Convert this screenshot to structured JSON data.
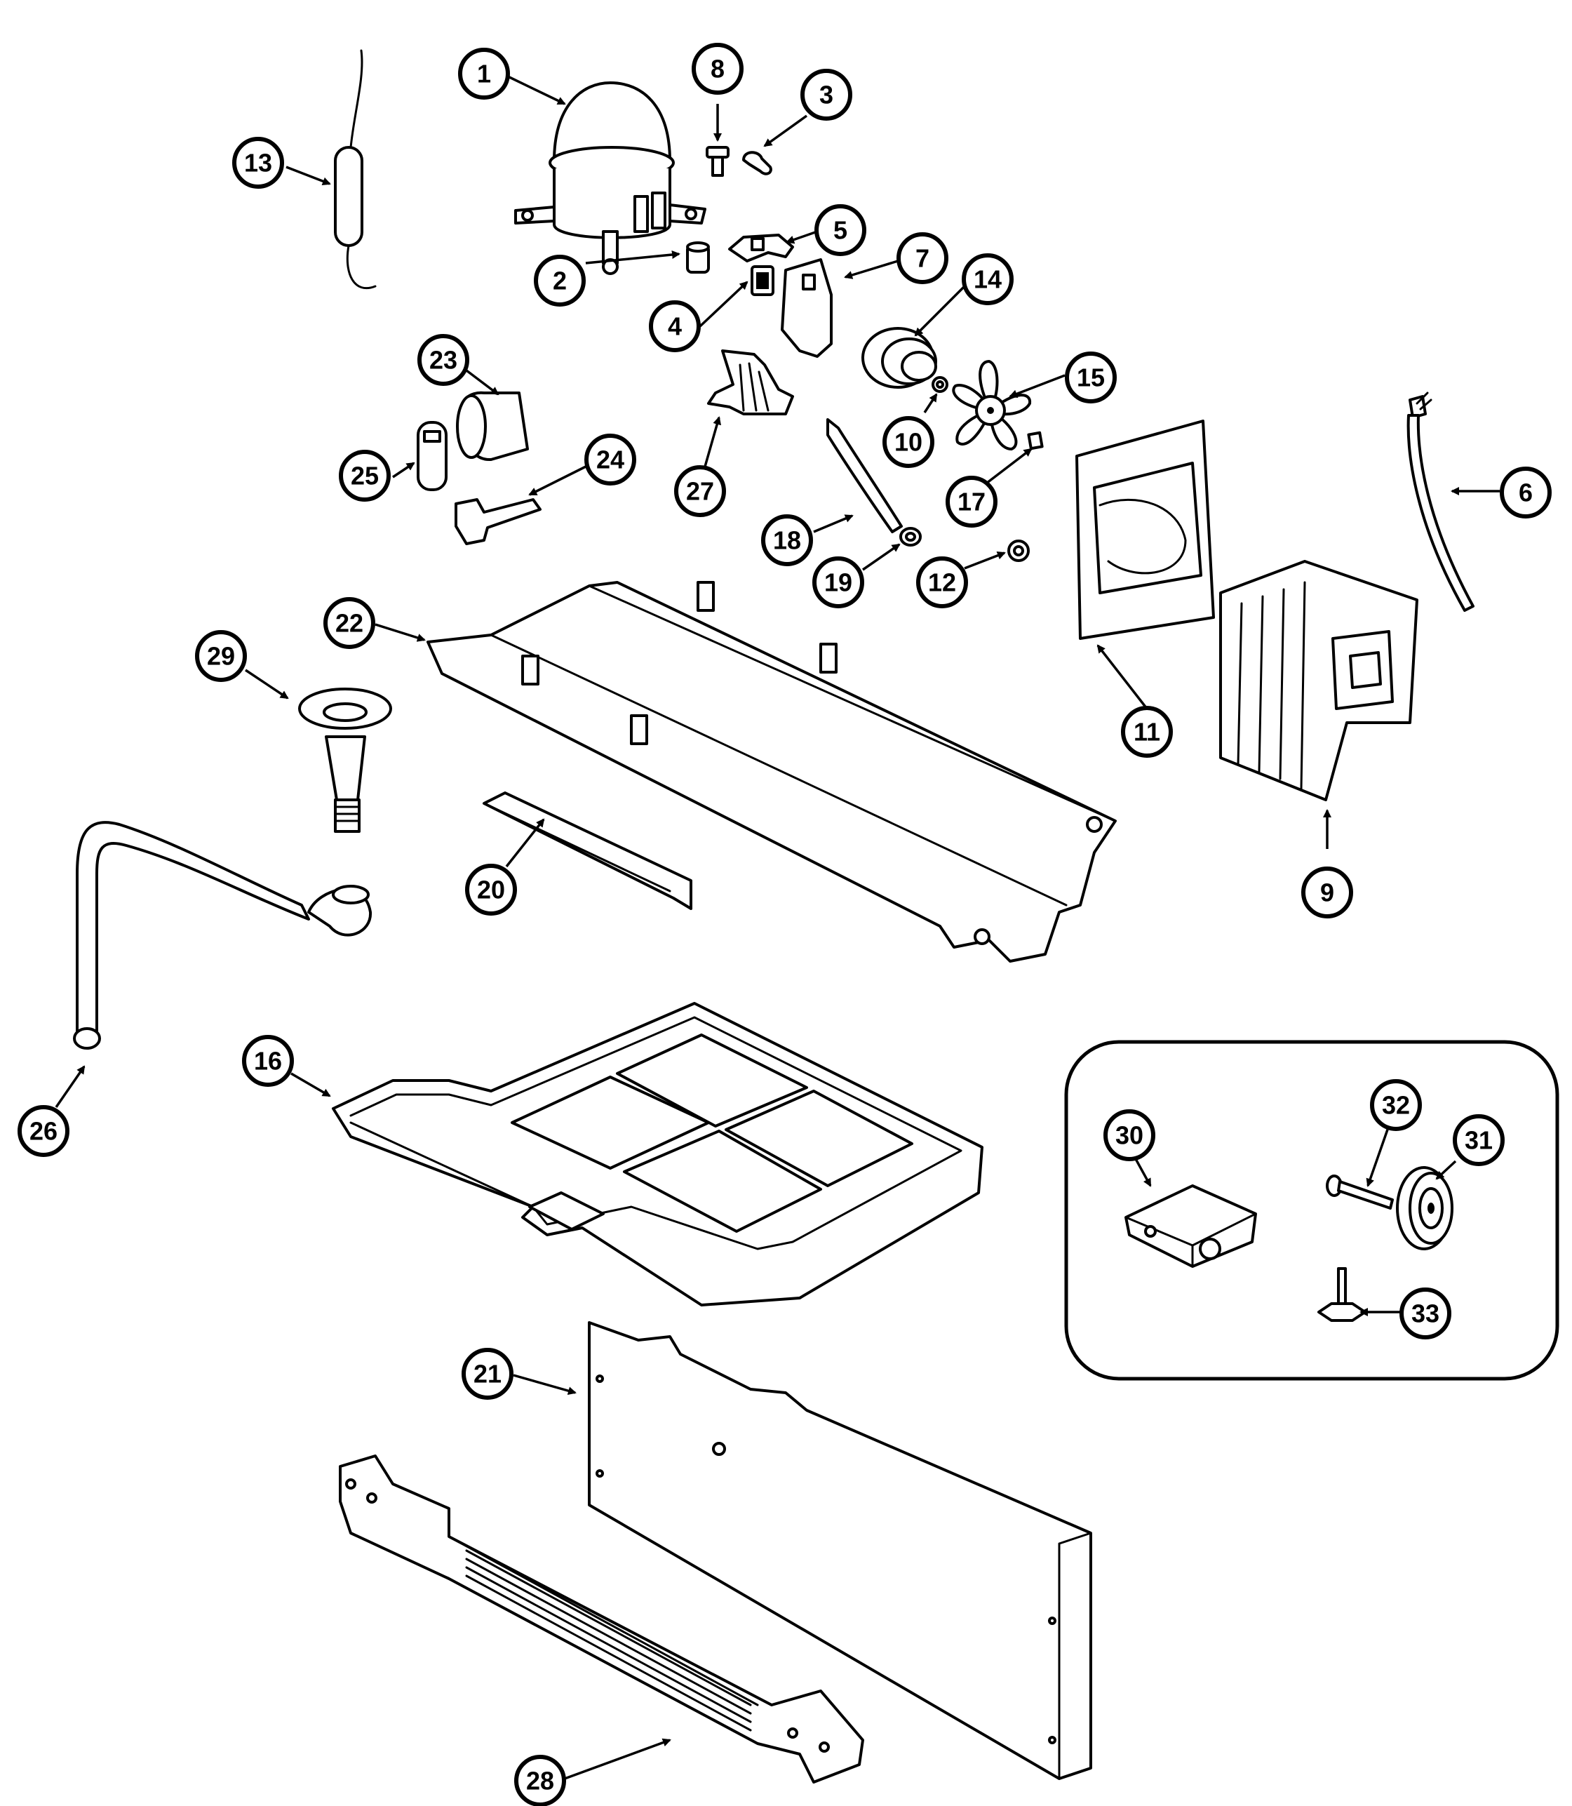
{
  "callouts": {
    "c1": "1",
    "c2": "2",
    "c3": "3",
    "c4": "4",
    "c5": "5",
    "c6": "6",
    "c7": "7",
    "c8": "8",
    "c9": "9",
    "c10": "10",
    "c11": "11",
    "c12": "12",
    "c13": "13",
    "c14": "14",
    "c15": "15",
    "c16": "16",
    "c17": "17",
    "c18": "18",
    "c19": "19",
    "c20": "20",
    "c21": "21",
    "c22": "22",
    "c23": "23",
    "c24": "24",
    "c25": "25",
    "c26": "26",
    "c27": "27",
    "c28": "28",
    "c29": "29",
    "c30": "30",
    "c31": "31",
    "c32": "32",
    "c33": "33"
  },
  "colors": {
    "line": "#000000",
    "background": "#ffffff"
  }
}
